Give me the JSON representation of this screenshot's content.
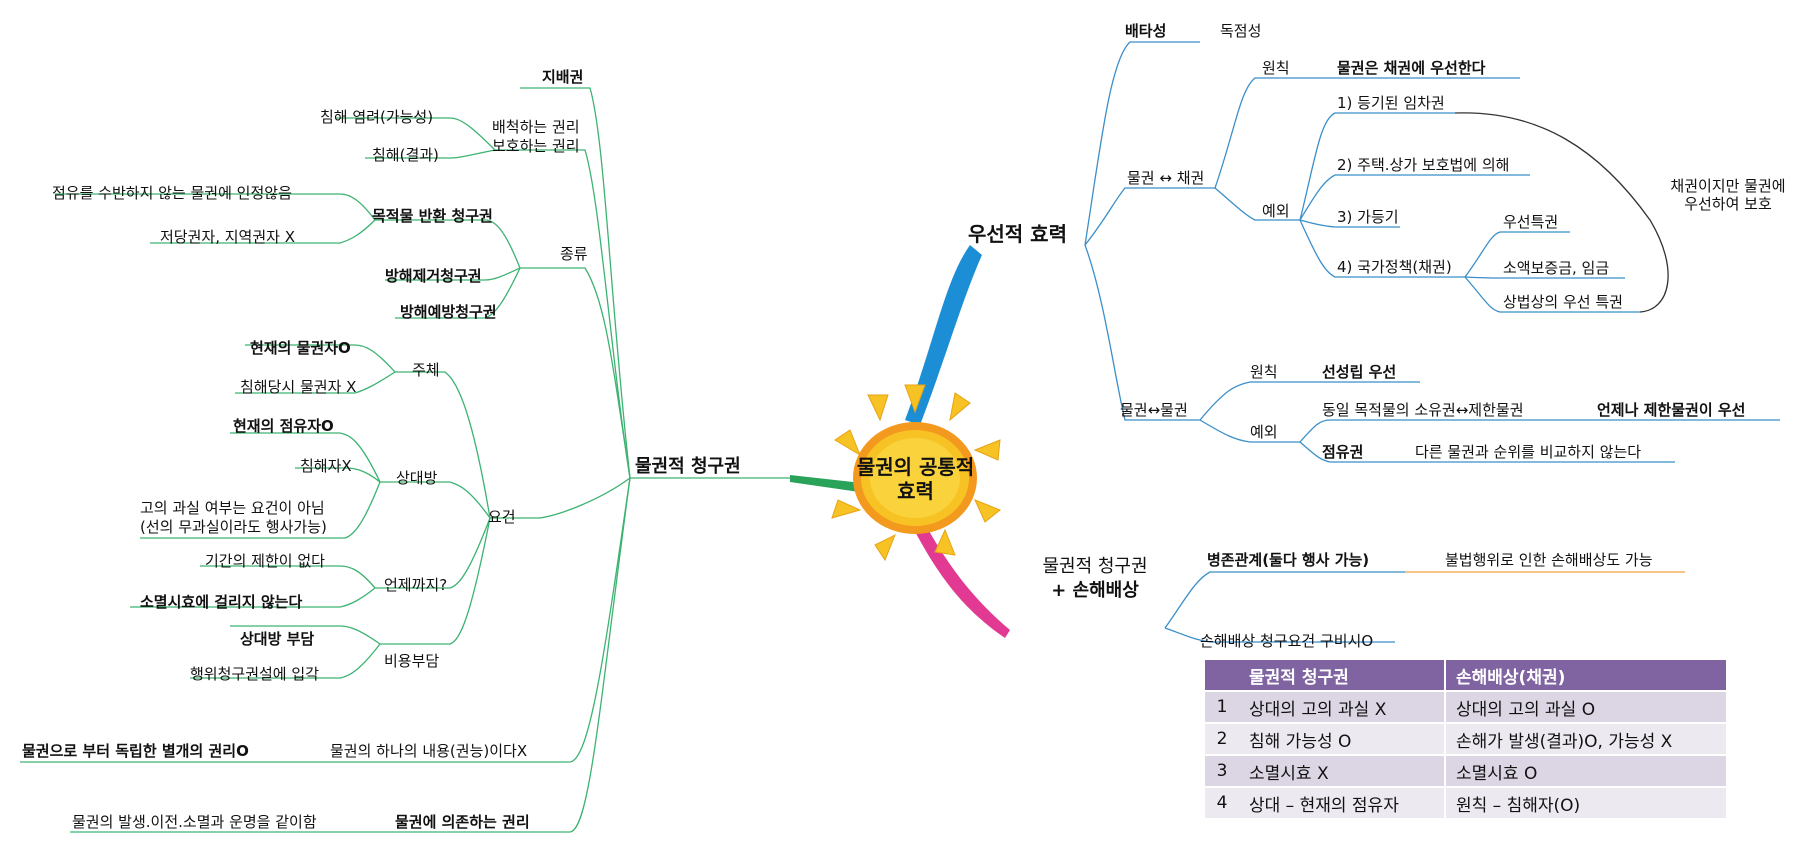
{
  "center": {
    "line1": "물권의 공통적",
    "line2": "효력"
  },
  "right": {
    "priority": {
      "title": "우선적 효력",
      "exclusivity": "배타성",
      "monopoly": "독점성",
      "vs_creditor": {
        "label": "물권 ↔ 채권",
        "principle_label": "원칙",
        "principle": "물권은 채권에 우선한다",
        "exception_label": "예외",
        "ex1": "1) 등기된 임차권",
        "ex2": "2) 주택.상가 보호법에 의해",
        "ex3": "3) 가등기",
        "ex4": "4) 국가정책(채권)",
        "ex4a": "우선특권",
        "ex4b": "소액보증금, 임금",
        "ex4c": "상법상의 우선 특권",
        "note_line1": "채권이지만 물권에",
        "note_line2": "우선하여 보호"
      },
      "vs_real": {
        "label": "물권↔물권",
        "principle_label": "원칙",
        "principle": "선성립 우선",
        "exception_label": "예외",
        "ex1": "동일 목적물의 소유권↔제한물권",
        "ex1_result": "언제나 제한물권이 우선",
        "ex2": "점유권",
        "ex2_result": "다른 물권과 순위를 비교하지 않는다"
      }
    },
    "claims_damages": {
      "title_line1": "물권적 청구권",
      "title_line2": "+ 손해배상",
      "coexist": "병존관계(둘다 행사 가능)",
      "coexist_detail": "불법행위로 인한 손해배상도 가능",
      "damages_req": "손해배상 청구요건 구비시O"
    },
    "table": {
      "headers": [
        "",
        "물권적  청구권",
        "손해배상(채권)"
      ],
      "rows": [
        [
          "1",
          "상대의 고의 과실 X",
          "상대의 고의 과실 O"
        ],
        [
          "2",
          "침해 가능성 O",
          "손해가 발생(결과)O, 가능성 X"
        ],
        [
          "3",
          "소멸시효 X",
          "소멸시효 O"
        ],
        [
          "4",
          "상대 – 현재의 점유자",
          "원칙 – 침해자(O)"
        ]
      ]
    }
  },
  "left": {
    "title": "물권적 청구권",
    "control": "지배권",
    "exclude_line1": "배척하는 권리",
    "exclude_line2": "보호하는 권리",
    "threat": "침해 염려(가능성)",
    "infringe": "침해(결과)",
    "types": {
      "label": "종류",
      "return_claim": "목적물 반환 청구권",
      "return_note1": "점유를 수반하지 않는 물권에 인정않음",
      "return_note2": "저당권자, 지역권자 X",
      "removal": "방해제거청구권",
      "prevention": "방해예방청구권"
    },
    "requirements": {
      "label": "요건",
      "subject": "주체",
      "subject1": "현재의 물권자O",
      "subject2": "침해당시 물권자 X",
      "opponent": "상대방",
      "opp1": "현재의 점유자O",
      "opp2": "침해자X",
      "opp3_line1": "고의 과실 여부는 요건이 아님",
      "opp3_line2": "(선의 무과실이라도 행사가능)",
      "until": "언제까지?",
      "until1": "기간의 제한이 없다",
      "until2": "소멸시효에 걸리지 않는다",
      "cost": "비용부담",
      "cost1": "상대방 부담",
      "cost2": "행위청구권설에 입각"
    },
    "content": "물권의 하나의 내용(권능)이다X",
    "content_note": "물권으로 부터 독립한 별개의 권리O",
    "dependent": "물권에 의존하는 권리",
    "dependent_note": "물권의 발생.이전.소멸과 운명을 같이함"
  },
  "colors": {
    "left_branch": "#3cb371",
    "right_branch": "#3a8fc9",
    "priority_wedge": "#1c8ed6",
    "claims_wedge": "#e23a92",
    "left_wedge": "#2aa35a",
    "sun": "#f7c324",
    "sun_ring": "#f39a1e",
    "coexist_line": "#f0a040",
    "table_header": "#8064a2"
  }
}
